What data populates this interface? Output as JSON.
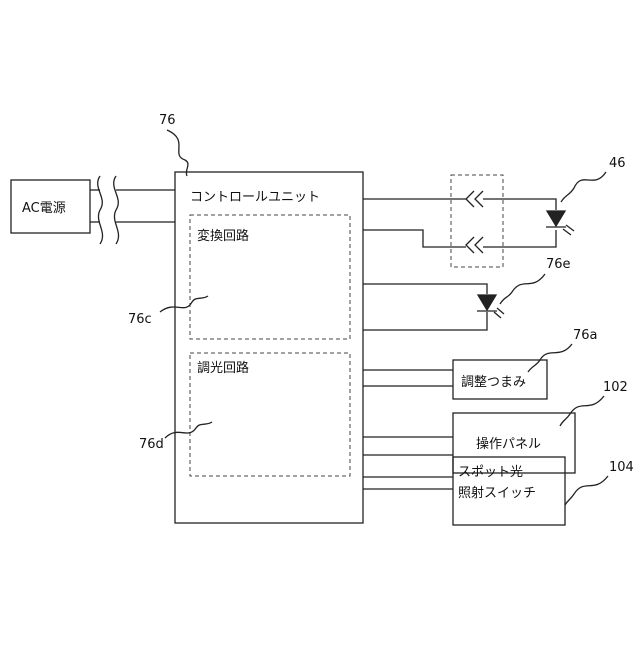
{
  "labels": {
    "ac_power": "AC電源",
    "control_unit": "コントロールユニット",
    "conversion_circuit": "変換回路",
    "dimming_circuit": "調光回路",
    "adjust_knob": "調整つまみ",
    "operation_panel": "操作パネル",
    "spot_switch_line1": "スポット光",
    "spot_switch_line2": "照射スイッチ"
  },
  "refs": {
    "control_unit": "76",
    "conversion_circuit": "76c",
    "dimming_circuit": "76d",
    "adjust_knob": "76a",
    "operation_panel": "102",
    "spot_switch": "104",
    "led_46": "46",
    "led_76e": "76e"
  }
}
